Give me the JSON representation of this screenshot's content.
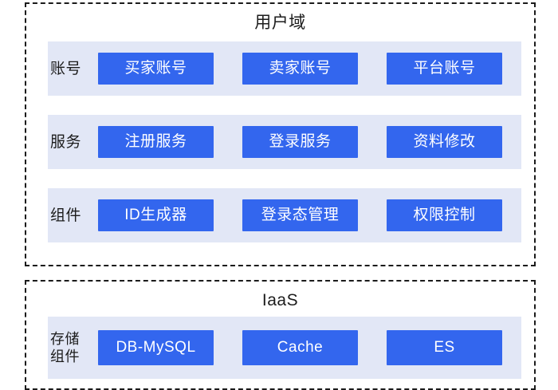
{
  "colors": {
    "node_fill": "#3366ee",
    "node_text": "#ffffff",
    "band_fill": "#e2e7f6",
    "border": "#1b1b1b",
    "page_bg": "#ffffff",
    "title_text": "#1c1c1c"
  },
  "diagram": {
    "type": "layered-architecture",
    "sections": [
      {
        "id": "user-domain",
        "title": "用户域",
        "rows": [
          {
            "id": "accounts",
            "label": "账号",
            "nodes": [
              {
                "label": "买家账号"
              },
              {
                "label": "卖家账号"
              },
              {
                "label": "平台账号"
              }
            ]
          },
          {
            "id": "services",
            "label": "服务",
            "nodes": [
              {
                "label": "注册服务"
              },
              {
                "label": "登录服务"
              },
              {
                "label": "资料修改"
              }
            ]
          },
          {
            "id": "components",
            "label": "组件",
            "nodes": [
              {
                "label": "ID生成器"
              },
              {
                "label": "登录态管理"
              },
              {
                "label": "权限控制"
              }
            ]
          }
        ]
      },
      {
        "id": "iaas",
        "title": "IaaS",
        "rows": [
          {
            "id": "storage-components",
            "label": "存储\n组件",
            "nodes": [
              {
                "label": "DB-MySQL"
              },
              {
                "label": "Cache"
              },
              {
                "label": "ES"
              }
            ]
          }
        ]
      }
    ]
  }
}
